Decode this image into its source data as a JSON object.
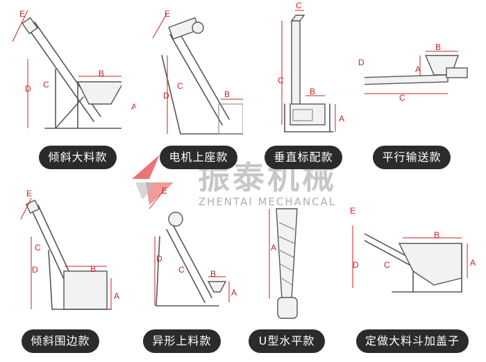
{
  "products": [
    {
      "label": "倾斜大料款"
    },
    {
      "label": "电机上座款"
    },
    {
      "label": "垂直标配款"
    },
    {
      "label": "平行输送款"
    },
    {
      "label": "倾斜围边款"
    },
    {
      "label": "异形上料款"
    },
    {
      "label": "U型水平款"
    },
    {
      "label": "定做大料斗加盖子"
    }
  ],
  "dimension_labels": {
    "a": "A",
    "b": "B",
    "c": "C",
    "d": "D",
    "e": "E"
  },
  "watermark": {
    "company_cn": "振泰机械",
    "company_en": "ZHENTAI MECHANCAL"
  },
  "colors": {
    "label_bg": "#2b2b2b",
    "dimension": "#d01c1c",
    "watermark": "#9a9a9a",
    "logo_red": "#e23a3a"
  }
}
